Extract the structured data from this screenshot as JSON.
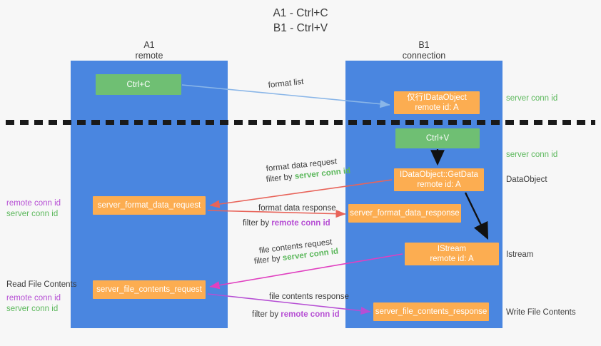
{
  "title": {
    "line1": "A1 - Ctrl+C",
    "line2": "B1 - Ctrl+V"
  },
  "columns": [
    {
      "id": "a1",
      "name": "A1",
      "role": "remote"
    },
    {
      "id": "b1",
      "name": "B1",
      "role": "connection"
    }
  ],
  "colors": {
    "column_band": "#4a86e0",
    "node_orange": "#fcad51",
    "node_green": "#6fbf73",
    "server_conn_id": "#5cb85c",
    "remote_conn_id": "#b64fd4",
    "arrow_format_list": "#8ab6e8",
    "arrow_format_data": "#e8645a",
    "arrow_file_contents": "#e040c0",
    "arrow_black": "#000000",
    "divider": "#1a1a1a",
    "background": "#f7f7f7"
  },
  "nodes": {
    "ctrl_c": {
      "label": "Ctrl+C",
      "sub": ""
    },
    "idataobject": {
      "label": "仅行IDataObject",
      "sub": "remote id: A"
    },
    "ctrl_v": {
      "label": "Ctrl+V",
      "sub": ""
    },
    "getdata": {
      "label": "IDataObject::GetData",
      "sub": "remote id: A"
    },
    "istream": {
      "label": "IStream",
      "sub": "remote id: A"
    },
    "format_data_request": {
      "label": "server_format_data_request",
      "sub": ""
    },
    "format_data_response": {
      "label": "server_format_data_response",
      "sub": ""
    },
    "file_contents_request": {
      "label": "server_file_contents_request",
      "sub": ""
    },
    "file_contents_response": {
      "label": "server_file_contents_response",
      "sub": ""
    }
  },
  "right_labels": {
    "server_conn_id_top": "server conn id",
    "server_conn_id_mid": "server conn id",
    "dataobject": "DataObject",
    "istream": "Istream",
    "write_file_contents": "Write File Contents"
  },
  "left_labels": {
    "remote_conn_id_1": "remote conn id",
    "server_conn_id_1": "server conn id",
    "read_file_contents": "Read File Contents",
    "remote_conn_id_2": "remote conn id",
    "server_conn_id_2": "server conn id"
  },
  "flow_labels": {
    "format_list": "format list",
    "format_data_request": "format data request",
    "format_data_response": "format data response",
    "file_contents_request": "file contents request",
    "file_contents_response": "file contents response",
    "filter_by": "filter by ",
    "server_conn_id": "server conn id",
    "remote_conn_id": "remote conn id"
  }
}
